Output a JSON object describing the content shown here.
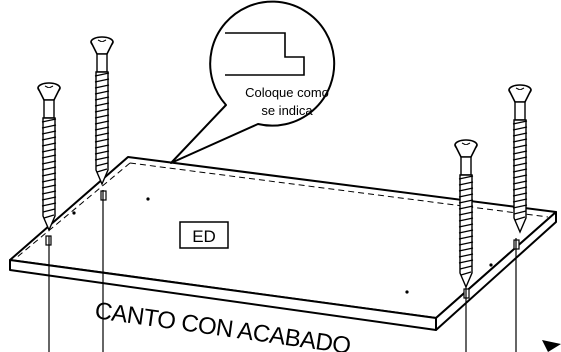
{
  "callout": {
    "line1": "Coloque como",
    "line2": "se indica"
  },
  "panel": {
    "label": "ED"
  },
  "edge": {
    "label": "CANTO CON ACABADO"
  },
  "screws": {
    "count": 4
  }
}
